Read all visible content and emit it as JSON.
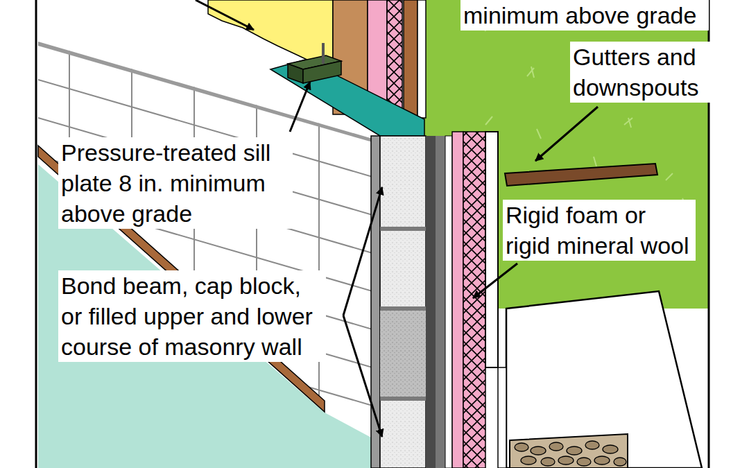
{
  "diagram": {
    "labels": [
      "minimum above grade",
      "Gutters and downspouts",
      "Pressure-treated sill plate 8 in. minimum above grade",
      "Rigid foam or rigid mineral wool",
      "Bond beam, cap block, or filled upper and lower course of masonry wall"
    ]
  }
}
